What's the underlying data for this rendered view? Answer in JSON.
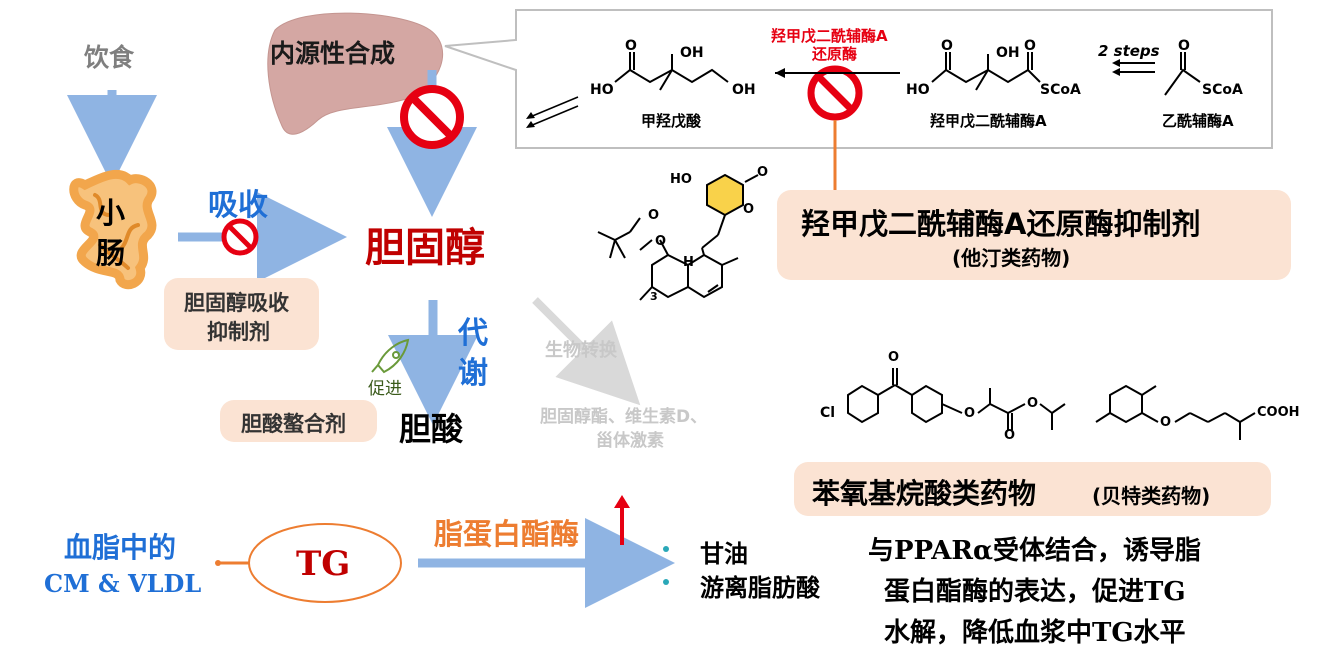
{
  "left": {
    "diet": "饮食",
    "endogenous": "内源性合成",
    "intestine": [
      "小",
      "肠"
    ],
    "absorb": "吸收",
    "cholesterol": "胆固醇",
    "absorb_inhibitor": [
      "胆固醇吸收",
      "抑制剂"
    ],
    "metabolism": [
      "代",
      "谢"
    ],
    "promote": "促进",
    "bile_acid": "胆酸",
    "bile_sequestrant": "胆酸螯合剂",
    "bioconversion": "生物转换",
    "products": [
      "胆固醇酯、维生素D、",
      "甾体激素"
    ]
  },
  "pathway": {
    "enzyme_label": [
      "羟甲戊二酰辅酶A",
      "还原酶"
    ],
    "steps": "2 steps",
    "mevalonate": "甲羟戊酸",
    "hmg_coa": "羟甲戊二酰辅酶A",
    "acetyl_coa": "乙酰辅酶A",
    "atoms": {
      "oh": "OH",
      "ho": "HO",
      "o": "O",
      "scoa": "SCoA",
      "h": "H",
      "ring_num": "3",
      "cl": "Cl",
      "cooh": "COOH"
    }
  },
  "statin": {
    "title": "羟甲戊二酰辅酶A还原酶抑制剂",
    "subtitle": "(他汀类药物)"
  },
  "fibrate": {
    "title": "苯氧基烷酸类药物",
    "subtitle": "(贝特类药物)",
    "description": [
      "与PPARα受体结合，诱导脂",
      "蛋白酯酶的表达，促进TG",
      "水解，降低血浆中TG水平"
    ]
  },
  "tg": {
    "blood_lipid": "血脂中的",
    "cm_vldl": "CM & VLDL",
    "tg": "TG",
    "lipase": "脂蛋白酯酶",
    "products": [
      "甘油",
      "游离脂肪酸"
    ]
  },
  "colors": {
    "blue_arrow": "#8fb4e3",
    "red": "#c00000",
    "blue_text": "#1f6fd6",
    "orange": "#ed7d31",
    "pink_box": "#fbe3d3"
  }
}
